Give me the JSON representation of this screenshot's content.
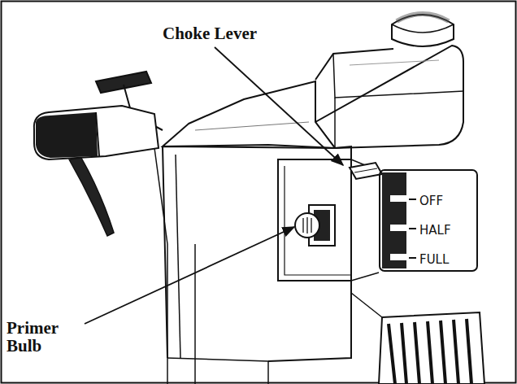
{
  "diagram": {
    "nodes": [
      {
        "text": [
          "OFF",
          "HALF",
          "FULL"
        ]
      }
    ],
    "labels": [
      "Choke Lever",
      "Primer Bulb"
    ]
  }
}
